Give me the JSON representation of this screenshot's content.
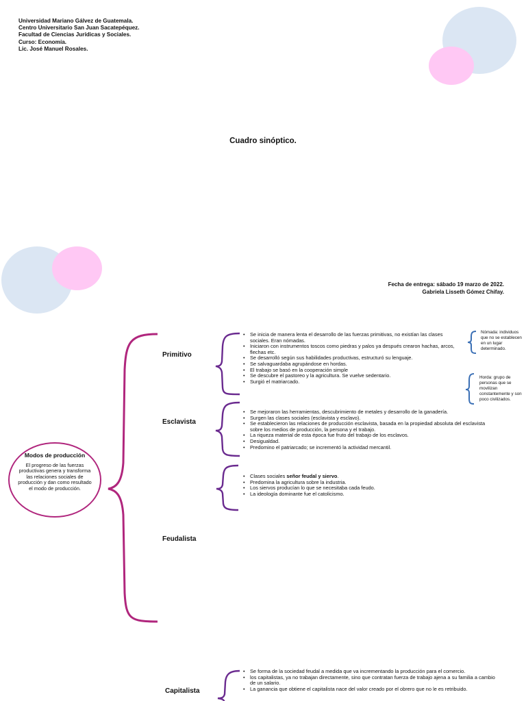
{
  "header": {
    "lines": [
      "Universidad Mariano Gálvez de Guatemala.",
      "Centro Universitario San Juan Sacatepéquez.",
      "Facultad de Ciencias Jurídicas y Sociales.",
      "Curso: Economía.",
      "Lic. José Manuel Rosales."
    ]
  },
  "title": "Cuadro sinóptico.",
  "meta": {
    "delivery": "Fecha de entrega: sábado 19 marzo de 2022.",
    "author": "Gabriela Lisseth Gómez Chifay."
  },
  "central": {
    "title": "Modos de producción",
    "description": "El progreso de las fuerzas productivas genera y transforma las relaciones sociales de producción y dan como resultado el modo de producción."
  },
  "sections": {
    "primitivo": {
      "label": "Primitivo",
      "items": [
        "Se inicia de manera lenta el desarrollo de las fuerzas primitivas, no existían las clases sociales.  Eran nómadas.",
        "Iniciaron con instrumentos toscos como piedras y palos ya después crearon hachas, arcos, flechas etc.",
        "Se desarrolló según sus habilidades productivas, estructuró su lenguaje.",
        "Se salvaguardaba agrupándose en hordas.",
        "El trabajo se basó en la cooperación simple",
        "Se descubre el pastoreo y la agricultura. Se vuelve sedentario.",
        "Surgió el matriarcado."
      ]
    },
    "esclavista": {
      "label": "Esclavista",
      "items": [
        "Se mejoraron las herramientas, descubrimiento de metales y desarrollo de la ganadería.",
        "Surgen las clases sociales (esclavista y esclavo).",
        "Se establecieron las relaciones de producción esclavista, basada en la propiedad absoluta del esclavista  sobre los medios de producción, la persona y el trabajo.",
        "La riqueza material de esta época fue fruto del trabajo de los esclavos.",
        "Desigualdad.",
        "Predomino el patriarcado; se incrementó la actividad mercantil."
      ]
    },
    "feudalista": {
      "label": "Feudalista",
      "item1_prefix": "Clases sociales ",
      "item1_bold": "señor feudal y siervo",
      "item1_suffix": ".",
      "items": [
        "Predomina la agricultura sobre la industria.",
        "Los siervos producían lo que se necesitaba cada feudo.",
        "La ideología dominante fue el catolicismo."
      ]
    },
    "capitalista": {
      "label": "Capitalista",
      "items": [
        "Se forma de la sociedad feudal a medida que va incrementando la producción para el comercio.",
        "los capitalistas, ya no trabajan directamente, sino que contratan fuerza de trabajo ajena a su familia a cambio de un salario.",
        "La ganancia que obtiene el capitalista nace del valor creado por el obrero que no le es retribuido."
      ]
    }
  },
  "notes": {
    "nomada": "Nómada: individuos que no se establecen en un lugar determinado.",
    "horda": "Horda: grupo de personas que se movilizan constantemente y son poco civilizados."
  },
  "colors": {
    "magenta": "#b0267d",
    "purple": "#6a2a8f",
    "blue": "#3a6fb5",
    "circle_blue": "#dbe6f3",
    "circle_pink": "#ffc8f4"
  }
}
